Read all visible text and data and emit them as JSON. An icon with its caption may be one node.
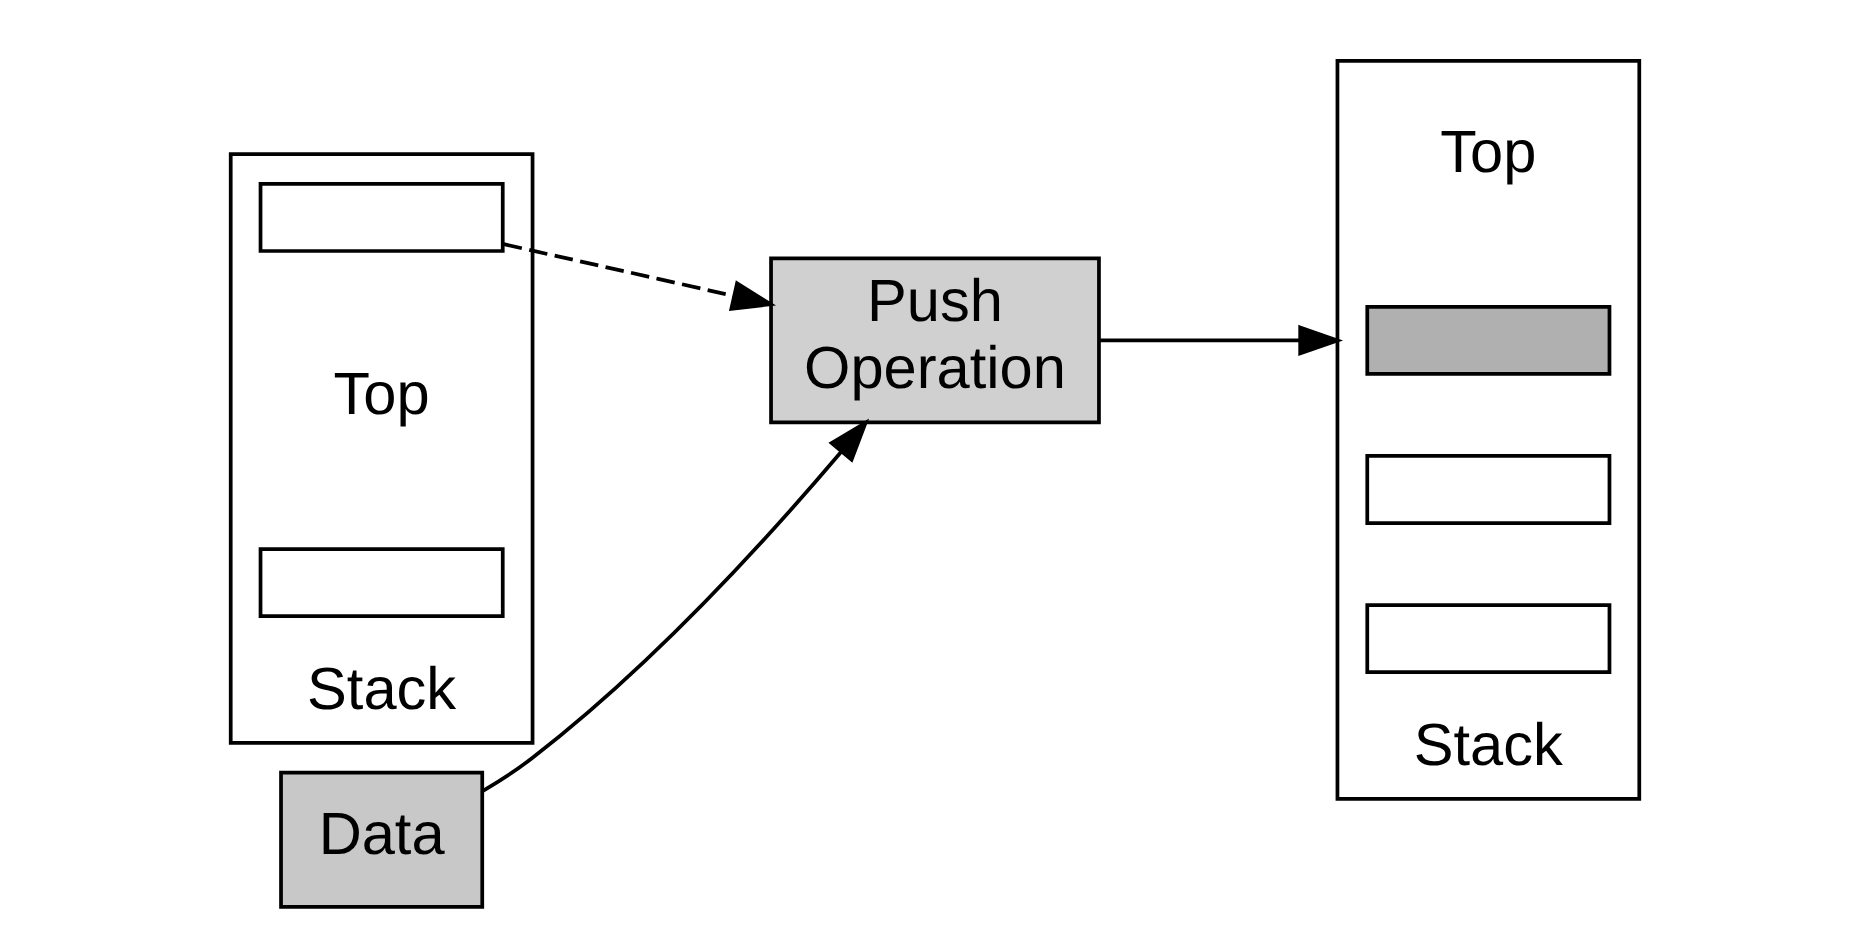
{
  "diagram": {
    "nodes": [
      {
        "text": [
          "Stack"
        ]
      },
      {
        "text": [],
        "shape": "box",
        "in": 0,
        "beside": [
          "Top"
        ]
      },
      {
        "text": [],
        "shape": "box",
        "in": 0
      },
      {
        "text": [
          "Data"
        ]
      },
      {
        "text": [
          "Push",
          "Operation"
        ]
      },
      {
        "text": [
          "Stack"
        ]
      },
      {
        "text": [],
        "shape": "box",
        "in": 5,
        "beside": [
          "Top"
        ]
      },
      {
        "text": [],
        "shape": "box",
        "in": 5
      },
      {
        "text": [],
        "shape": "box",
        "in": 5
      }
    ],
    "edges": [
      {
        "from": 3,
        "to": 4,
        "arrow": "to"
      },
      {
        "from": 1,
        "to": 4,
        "arrow": "to",
        "style": "dashed"
      },
      {
        "from": 4,
        "to": 5,
        "arrow": "to"
      }
    ]
  }
}
